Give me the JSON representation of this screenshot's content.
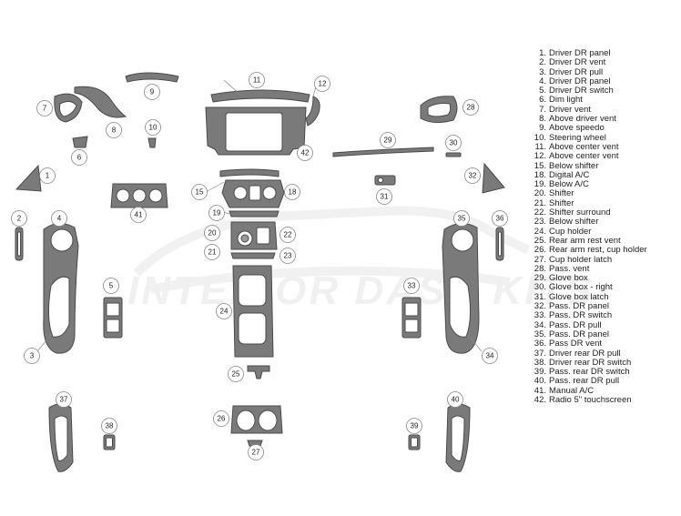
{
  "watermark": "INTERIOR DASH KITS",
  "callouts": [
    "1",
    "2",
    "3",
    "4",
    "5",
    "6",
    "7",
    "8",
    "9",
    "10",
    "11",
    "12",
    "15",
    "18",
    "19",
    "20",
    "21",
    "22",
    "23",
    "24",
    "25",
    "26",
    "27",
    "28",
    "29",
    "30",
    "31",
    "32",
    "33",
    "34",
    "35",
    "36",
    "37",
    "38",
    "39",
    "40",
    "41",
    "42"
  ],
  "legend": [
    {
      "num": "1.",
      "label": "Driver DR panel"
    },
    {
      "num": "2.",
      "label": "Driver DR vent"
    },
    {
      "num": "3.",
      "label": "Driver DR pull"
    },
    {
      "num": "4.",
      "label": "Driver DR panel"
    },
    {
      "num": "5.",
      "label": "Driver DR switch"
    },
    {
      "num": "6.",
      "label": "Dim light"
    },
    {
      "num": "7.",
      "label": "Driver vent"
    },
    {
      "num": "8.",
      "label": "Above driver vent"
    },
    {
      "num": "9.",
      "label": "Above speedo"
    },
    {
      "num": "10.",
      "label": "Steering wheel"
    },
    {
      "num": "11.",
      "label": "Above center vent"
    },
    {
      "num": "12.",
      "label": "Above center vent"
    },
    {
      "num": "15.",
      "label": "Below shifter"
    },
    {
      "num": "18.",
      "label": "Digital A/C"
    },
    {
      "num": "19.",
      "label": "Below A/C"
    },
    {
      "num": "20.",
      "label": "Shifter"
    },
    {
      "num": "21.",
      "label": "Shifter"
    },
    {
      "num": "22.",
      "label": "Shifter surround"
    },
    {
      "num": "23.",
      "label": "Below shifter"
    },
    {
      "num": "24.",
      "label": "Cup holder"
    },
    {
      "num": "25.",
      "label": "Rear arm rest vent"
    },
    {
      "num": "26.",
      "label": "Rear arm rest, cup holder"
    },
    {
      "num": "27.",
      "label": "Cup holder latch"
    },
    {
      "num": "28.",
      "label": "Pass. vent"
    },
    {
      "num": "29.",
      "label": "Glove box"
    },
    {
      "num": "30.",
      "label": "Glove box - right"
    },
    {
      "num": "31.",
      "label": "Glove box latch"
    },
    {
      "num": "32.",
      "label": "Pass. DR panel"
    },
    {
      "num": "33.",
      "label": "Pass. DR switch"
    },
    {
      "num": "34.",
      "label": "Pass. DR pull"
    },
    {
      "num": "35.",
      "label": "Pass. DR panel"
    },
    {
      "num": "36.",
      "label": "Pass DR vent"
    },
    {
      "num": "37.",
      "label": "Driver rear DR pull"
    },
    {
      "num": "38.",
      "label": "Driver rear DR switch"
    },
    {
      "num": "39.",
      "label": "Pass. rear DR switch"
    },
    {
      "num": "40.",
      "label": "Pass. rear DR pull"
    },
    {
      "num": "41.",
      "label": "Manual A/C"
    },
    {
      "num": "42.",
      "label": "Radio 5\" touchscreen"
    }
  ]
}
